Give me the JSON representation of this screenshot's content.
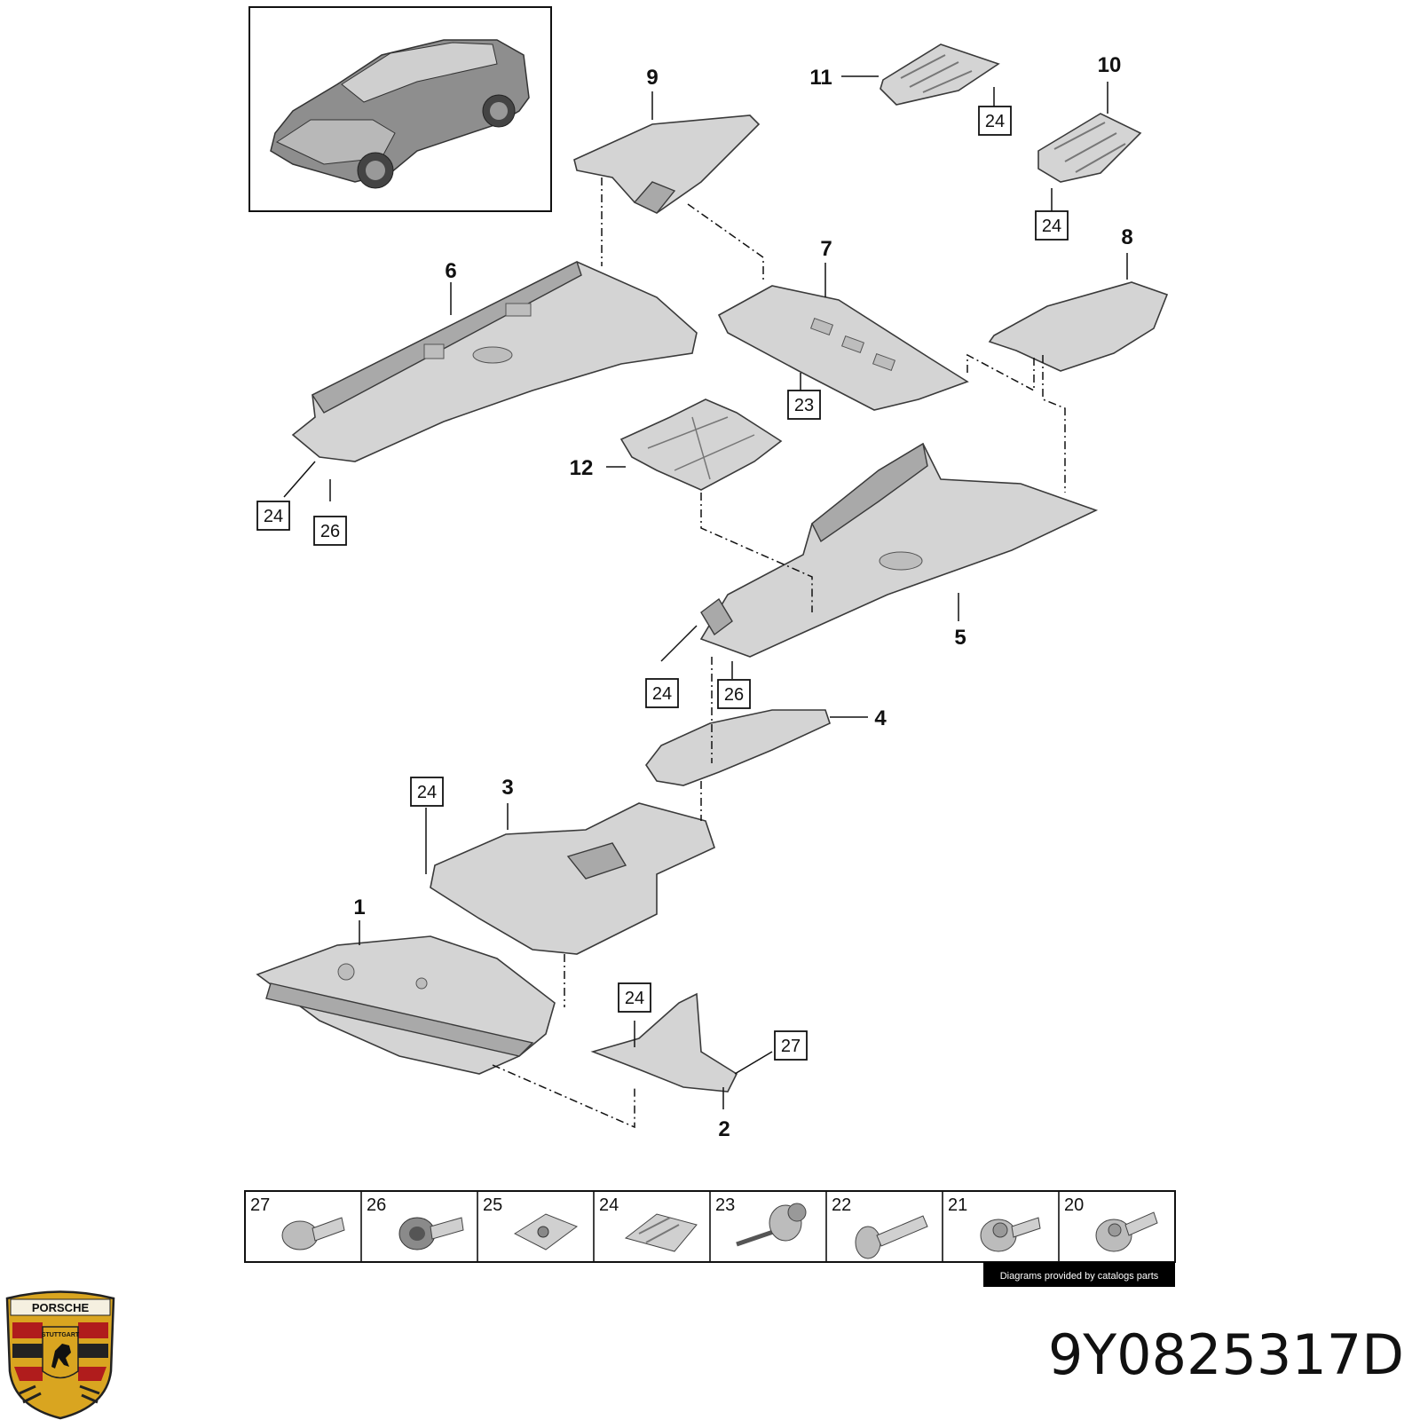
{
  "callouts": [
    {
      "id": "c1",
      "label": "1"
    },
    {
      "id": "c2",
      "label": "2"
    },
    {
      "id": "c3",
      "label": "3"
    },
    {
      "id": "c4",
      "label": "4"
    },
    {
      "id": "c5",
      "label": "5"
    },
    {
      "id": "c6",
      "label": "6"
    },
    {
      "id": "c7",
      "label": "7"
    },
    {
      "id": "c8",
      "label": "8"
    },
    {
      "id": "c9",
      "label": "9"
    },
    {
      "id": "c10",
      "label": "10"
    },
    {
      "id": "c11",
      "label": "11"
    },
    {
      "id": "c12",
      "label": "12"
    }
  ],
  "boxed_refs": [
    "24",
    "24",
    "23",
    "24",
    "26",
    "24",
    "26",
    "24",
    "24",
    "27"
  ],
  "fastener_strip": [
    "27",
    "26",
    "25",
    "24",
    "23",
    "22",
    "21",
    "20"
  ],
  "credit_text": "Diagrams provided by catalogs parts",
  "part_number": "9Y0825317D",
  "crest": {
    "top_text": "PORSCHE",
    "city_text": "STUTTGART"
  },
  "colors": {
    "panel": "#d4d4d4",
    "outline": "#3a3a3a",
    "crest_gold": "#d9a520",
    "crest_red": "#b01c1c"
  }
}
